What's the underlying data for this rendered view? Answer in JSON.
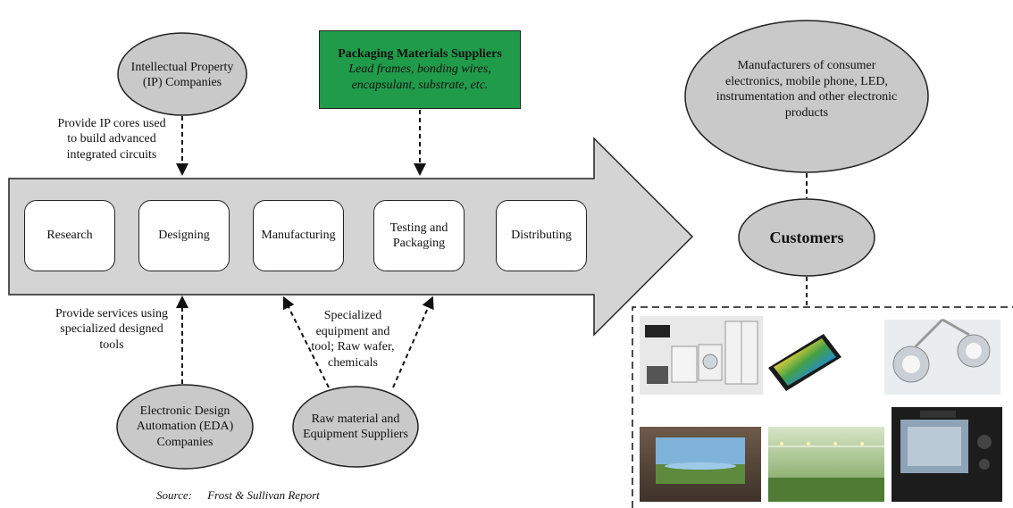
{
  "ip_companies": "Intellectual Property (IP) Companies",
  "ip_note": "Provide IP cores used to build advanced integrated circuits",
  "packaging_suppliers": {
    "title": "Packaging Materials Suppliers",
    "subtitle": "Lead frames, bonding wires, encapsulant, substrate, etc."
  },
  "stages": [
    "Research",
    "Designing",
    "Manufacturing",
    "Testing and Packaging",
    "Distributing"
  ],
  "eda_note": "Provide services using specialized designed tools",
  "eda_companies": "Electronic Design Automation (EDA) Companies",
  "raw_note": "Specialized equipment and tool; Raw wafer, chemicals",
  "raw_suppliers": "Raw material and Equipment Suppliers",
  "manufacturers": "Manufacturers of consumer electronics, mobile phone, LED, instrumentation and other electronic products",
  "customers": "Customers",
  "source_label": "Source:",
  "source_text": "Frost & Sullivan Report",
  "colors": {
    "ellipse_fill": "#c9c9c9",
    "arrow_fill": "#d4d4d4",
    "green": "#1f9b4a"
  },
  "photos": [
    "electronics-appliances-photo",
    "smartphone-photo",
    "surgical-lights-photo",
    "led-display-wall-photo",
    "greenhouse-led-photo",
    "camera-photo"
  ]
}
